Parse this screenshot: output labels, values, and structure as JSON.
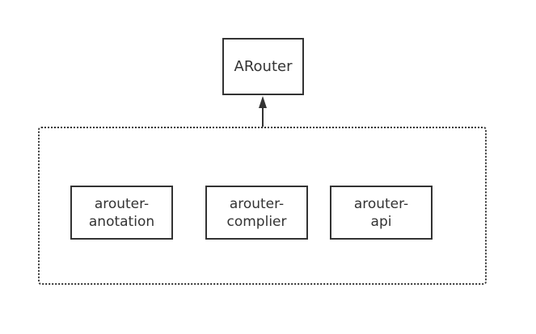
{
  "diagram": {
    "top_node": {
      "label": "ARouter"
    },
    "modules": [
      {
        "label": "arouter-\nanotation"
      },
      {
        "label": "arouter-\ncomplier"
      },
      {
        "label": "arouter-\napi"
      }
    ],
    "edges": [
      {
        "from": "module-group",
        "to": "arouter",
        "arrow": "to"
      }
    ],
    "colors": {
      "stroke": "#333333",
      "background": "#ffffff"
    }
  }
}
